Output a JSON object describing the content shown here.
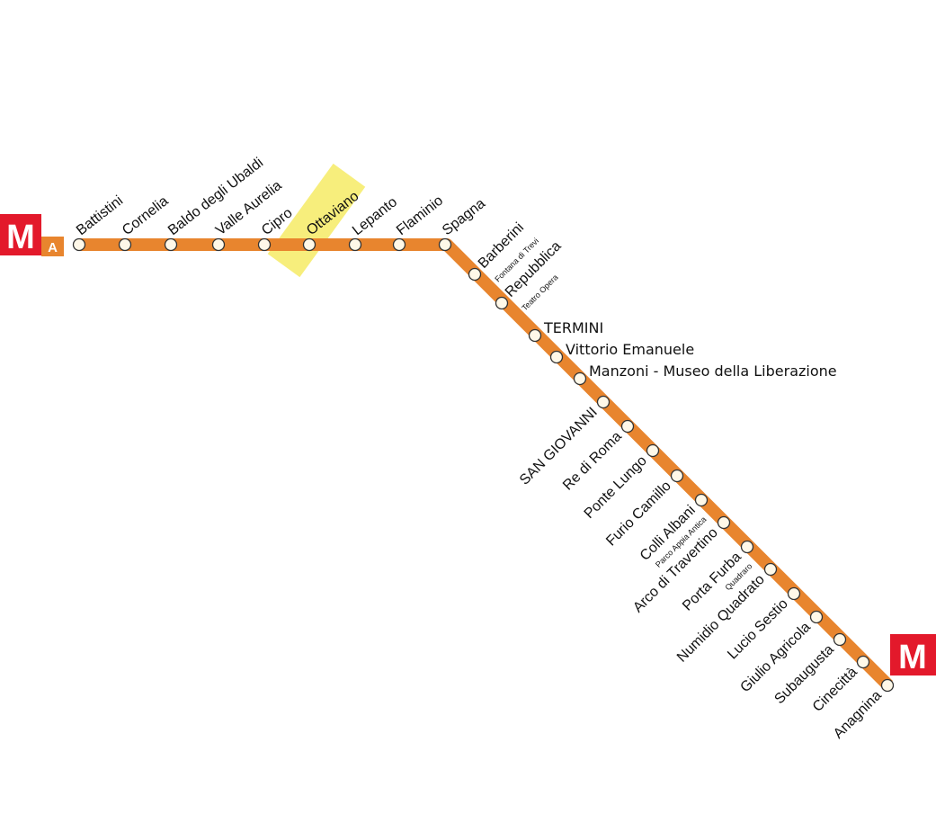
{
  "line": {
    "name": "A",
    "color": "#E8852E",
    "logo_color": "#E3192B",
    "highlight_color": "#F7EE7C"
  },
  "logo": {
    "metro_letter": "M",
    "line_letter": "A"
  },
  "highlighted_station": "Ottaviano",
  "stations": [
    {
      "name": "Battistini"
    },
    {
      "name": "Cornelia"
    },
    {
      "name": "Baldo degli Ubaldi"
    },
    {
      "name": "Valle Aurelia"
    },
    {
      "name": "Cipro"
    },
    {
      "name": "Ottaviano"
    },
    {
      "name": "Lepanto"
    },
    {
      "name": "Flaminio"
    },
    {
      "name": "Spagna"
    },
    {
      "name": "Barberini",
      "sub": "Fontana di Trevi"
    },
    {
      "name": "Repubblica",
      "sub": "Teatro Opera"
    },
    {
      "name": "TERMINI"
    },
    {
      "name": "Vittorio Emanuele"
    },
    {
      "name": "Manzoni - Museo della Liberazione"
    },
    {
      "name": "SAN GIOVANNI"
    },
    {
      "name": "Re di Roma"
    },
    {
      "name": "Ponte Lungo"
    },
    {
      "name": "Furio Camillo"
    },
    {
      "name": "Colli Albani",
      "sub": "Parco Appia Antica"
    },
    {
      "name": "Arco di Travertino"
    },
    {
      "name": "Porta Furba",
      "sub": "Quadraro"
    },
    {
      "name": "Numidio Quadrato"
    },
    {
      "name": "Lucio Sestio"
    },
    {
      "name": "Giulio Agricola"
    },
    {
      "name": "Subaugusta"
    },
    {
      "name": "Cinecittà"
    },
    {
      "name": "Anagnina"
    }
  ]
}
